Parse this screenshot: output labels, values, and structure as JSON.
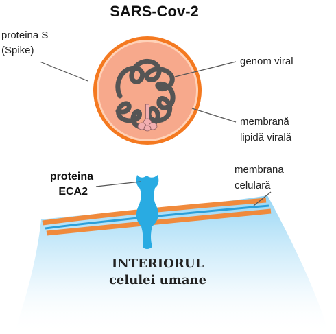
{
  "title": "SARS-Cov-2",
  "labels": {
    "spike_line1": "proteina S",
    "spike_line2": "(Spike)",
    "genome": "genom viral",
    "lipid_line1": "membrană",
    "lipid_line2": "lipidă virală",
    "eca2_line1": "proteina",
    "eca2_line2": "ECA2",
    "cellmem_line1": "membrana",
    "cellmem_line2": "celulară",
    "interior_line1": "INTERIORUL",
    "interior_line2": "celulei umane"
  },
  "colors": {
    "spike": "#f2aeb0",
    "spike_stroke": "#8a5a5c",
    "virus_body": "#f7a98c",
    "virus_ring": "#f47920",
    "rna": "#555555",
    "receptor": "#29abe2",
    "cell_membrane": "#f08a3c",
    "cell_membrane_inner": "#2b9fd9",
    "cytoplasm": "#bfe6f8"
  }
}
